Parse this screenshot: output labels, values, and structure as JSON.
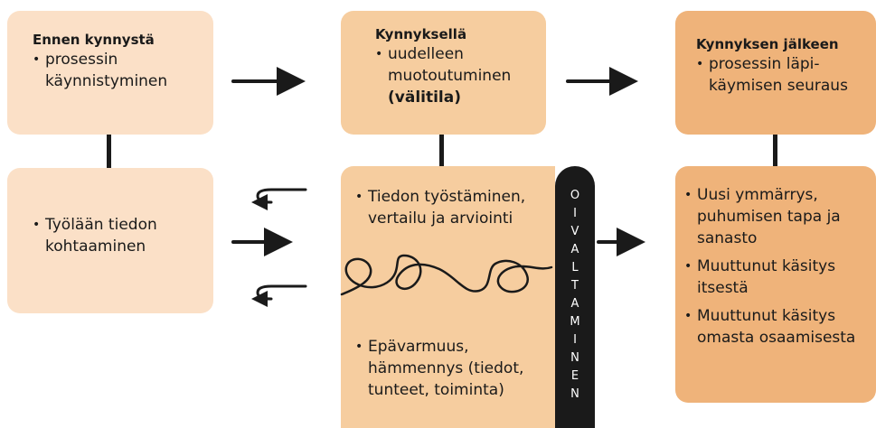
{
  "before": {
    "title": "Ennen kynnystä",
    "bullet": [
      "prosessin",
      "käynnistyminen"
    ]
  },
  "on": {
    "title": "Kynnyksellä",
    "bullet": [
      "uudelleen",
      "muotoutuminen"
    ],
    "bold": "(välitila)"
  },
  "after": {
    "title": "Kynnyksen jälkeen",
    "bullet": [
      "prosessin läpi-",
      "käymisen seuraus"
    ]
  },
  "encounter": {
    "bullet": [
      "Työlään tiedon",
      "kohtaaminen"
    ]
  },
  "middle": {
    "bullet1": [
      "Tiedon työstäminen,",
      "vertailu ja arviointi"
    ],
    "bullet2": [
      "Epävarmuus,",
      "hämmennys (tiedot,",
      "tunteet, toiminta)"
    ]
  },
  "results": {
    "bullets": [
      [
        "Uusi ymmärrys,",
        "puhumisen tapa ja",
        "sanasto"
      ],
      [
        "Muuttunut käsitys",
        "itsestä"
      ],
      [
        "Muuttunut käsitys",
        "omasta osaamisesta"
      ]
    ]
  },
  "insight_letters": [
    "O",
    "I",
    "V",
    "A",
    "L",
    "T",
    "A",
    "M",
    "I",
    "N",
    "E",
    "N"
  ],
  "colors": {
    "stage1": "#fbe0c7",
    "stage2": "#f6cd9f",
    "stage3": "#efb37a",
    "ink": "#1a1a1a"
  }
}
